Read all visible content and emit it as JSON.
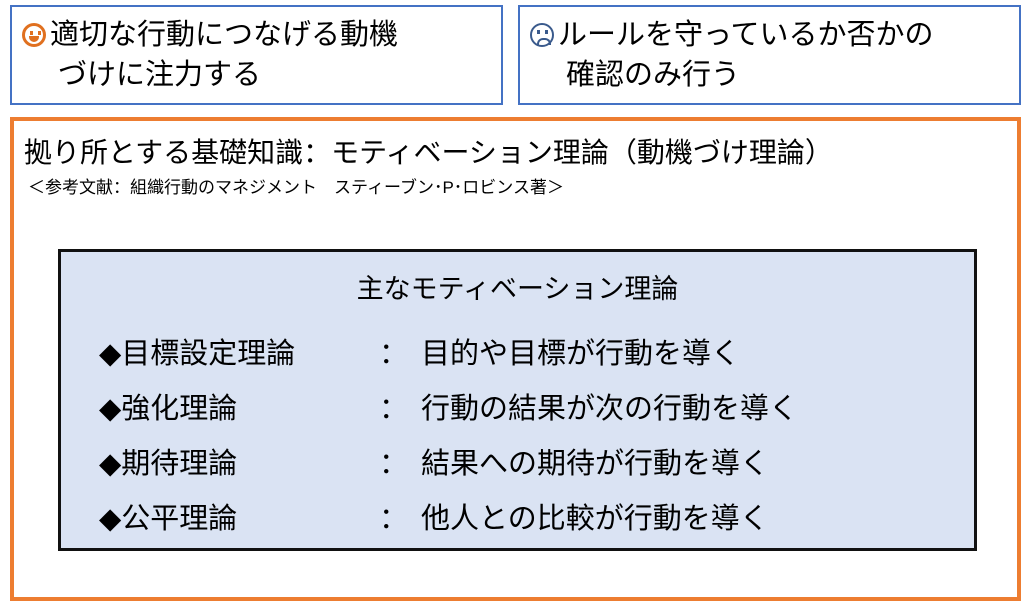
{
  "good": {
    "icon": "smiley-face-icon",
    "line1": "適切な行動につなげる動機",
    "line2": "づけに注力する"
  },
  "bad": {
    "icon": "sad-face-icon",
    "line1": "ルールを守っているか否かの",
    "line2": "確認のみ行う"
  },
  "main": {
    "title": "拠り所とする基礎知識：モティベーション理論（動機づけ理論）",
    "reference": "＜参考文献：組織行動のマネジメント　スティーブン･P･ロビンス著＞"
  },
  "theories": {
    "title": "主なモティベーション理論",
    "colon": "：",
    "items": [
      {
        "name": "◆目標設定理論",
        "desc": "目的や目標が行動を導く"
      },
      {
        "name": "◆強化理論",
        "desc": "行動の結果が次の行動を導く"
      },
      {
        "name": "◆期待理論",
        "desc": "結果への期待が行動を導く"
      },
      {
        "name": "◆公平理論",
        "desc": "他人との比較が行動を導く"
      }
    ]
  },
  "colors": {
    "blue": "#4472c4",
    "orange": "#ed7d31",
    "fill": "#dae3f3"
  }
}
